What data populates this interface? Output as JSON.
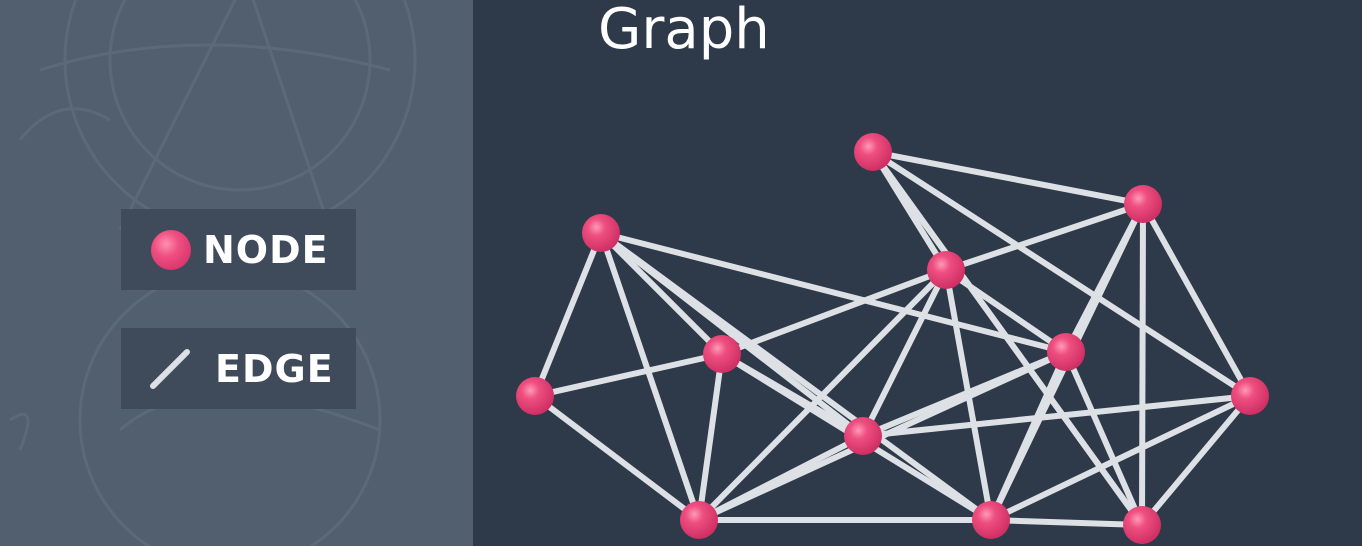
{
  "title": "Graph",
  "legend": {
    "node_label": "NODE",
    "edge_label": "EDGE"
  },
  "colors": {
    "node": "#e8457a",
    "edge": "#dde1e6",
    "background": "#2e3a49",
    "panel": "#515f6f"
  },
  "graph": {
    "nodes": [
      "n1",
      "n2",
      "n3",
      "n4",
      "n5",
      "n6",
      "n7",
      "n8",
      "n9",
      "n10",
      "n11",
      "n12"
    ],
    "edges": [
      [
        "n1",
        "n2"
      ],
      [
        "n1",
        "n3"
      ],
      [
        "n1",
        "n7"
      ],
      [
        "n2",
        "n3"
      ],
      [
        "n2",
        "n6"
      ],
      [
        "n2",
        "n7"
      ],
      [
        "n2",
        "n8"
      ],
      [
        "n2",
        "n9"
      ],
      [
        "n3",
        "n6"
      ],
      [
        "n3",
        "n9"
      ],
      [
        "n3",
        "n7"
      ],
      [
        "n3",
        "n5"
      ],
      [
        "n4",
        "n5"
      ],
      [
        "n4",
        "n11"
      ],
      [
        "n4",
        "n10"
      ],
      [
        "n4",
        "n12"
      ],
      [
        "n5",
        "n9"
      ],
      [
        "n5",
        "n7"
      ],
      [
        "n5",
        "n6"
      ],
      [
        "n5",
        "n8"
      ],
      [
        "n5",
        "n10"
      ],
      [
        "n6",
        "n8"
      ],
      [
        "n6",
        "n7"
      ],
      [
        "n6",
        "n11"
      ],
      [
        "n7",
        "n8"
      ],
      [
        "n7",
        "n9"
      ],
      [
        "n8",
        "n9"
      ],
      [
        "n8",
        "n10"
      ],
      [
        "n8",
        "n12"
      ],
      [
        "n9",
        "n10"
      ],
      [
        "n9",
        "n12"
      ],
      [
        "n9",
        "n11"
      ],
      [
        "n10",
        "n11"
      ],
      [
        "n10",
        "n12"
      ],
      [
        "n11",
        "n12"
      ],
      [
        "n12",
        "n4"
      ]
    ]
  }
}
